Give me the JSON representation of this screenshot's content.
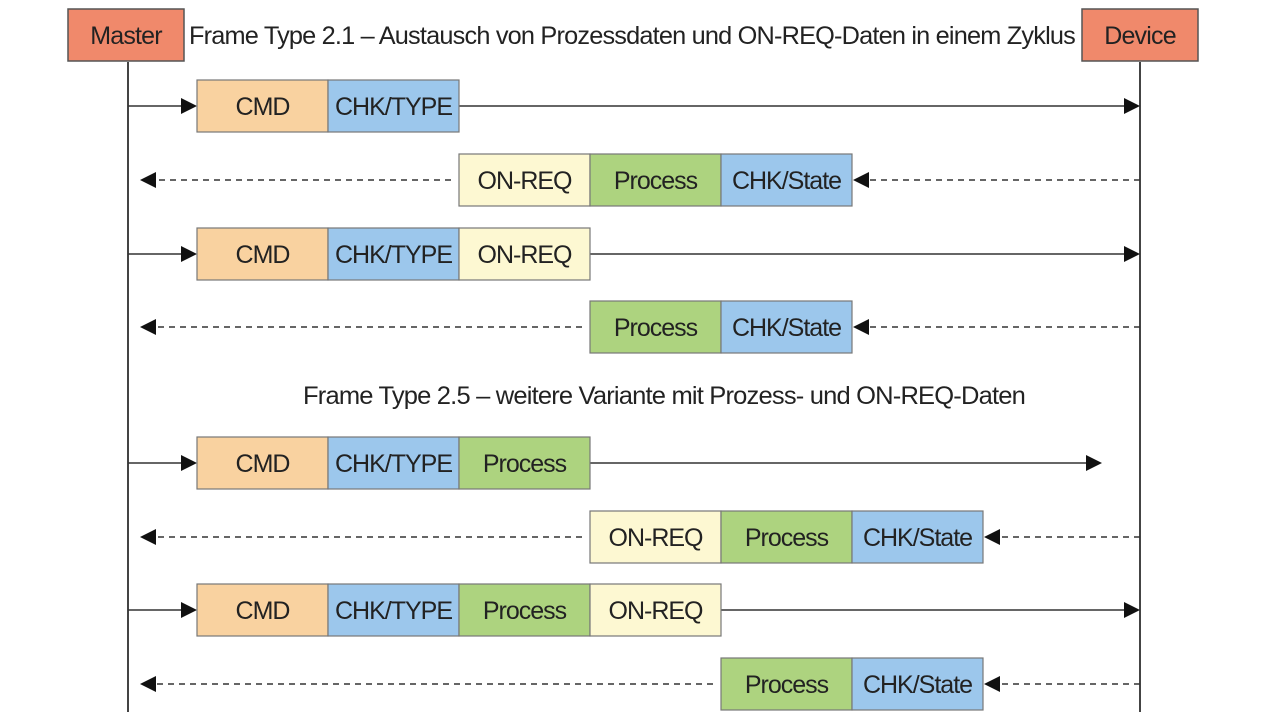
{
  "actors": {
    "master": "Master",
    "device": "Device",
    "fill": "#f0896b"
  },
  "section_titles": {
    "frame_2_1": "Frame Type 2.1 – Austausch von Prozessdaten und ON-REQ-Daten in einem Zyklus",
    "frame_2_5": "Frame Type 2.5 – weitere Variante mit Prozess- und ON-REQ-Daten"
  },
  "field_colors": {
    "CMD": "#f9d2a0",
    "CHK/TYPE": "#9cc7ec",
    "ON-REQ": "#fdf8d2",
    "Process": "#add37f",
    "CHK/State": "#9cc7ec"
  },
  "messages": [
    {
      "direction": "master-to-device",
      "style": "solid",
      "fields": [
        "CMD",
        "CHK/TYPE"
      ]
    },
    {
      "direction": "device-to-master",
      "style": "dashed",
      "fields": [
        "ON-REQ",
        "Process",
        "CHK/State"
      ]
    },
    {
      "direction": "master-to-device",
      "style": "solid",
      "fields": [
        "CMD",
        "CHK/TYPE",
        "ON-REQ"
      ]
    },
    {
      "direction": "device-to-master",
      "style": "dashed",
      "fields": [
        "Process",
        "CHK/State"
      ]
    },
    {
      "direction": "master-to-device",
      "style": "solid",
      "fields": [
        "CMD",
        "CHK/TYPE",
        "Process"
      ]
    },
    {
      "direction": "device-to-master",
      "style": "dashed",
      "fields": [
        "ON-REQ",
        "Process",
        "CHK/State"
      ]
    },
    {
      "direction": "master-to-device",
      "style": "solid",
      "fields": [
        "CMD",
        "CHK/TYPE",
        "Process",
        "ON-REQ"
      ]
    },
    {
      "direction": "device-to-master",
      "style": "dashed",
      "fields": [
        "Process",
        "CHK/State"
      ]
    }
  ]
}
